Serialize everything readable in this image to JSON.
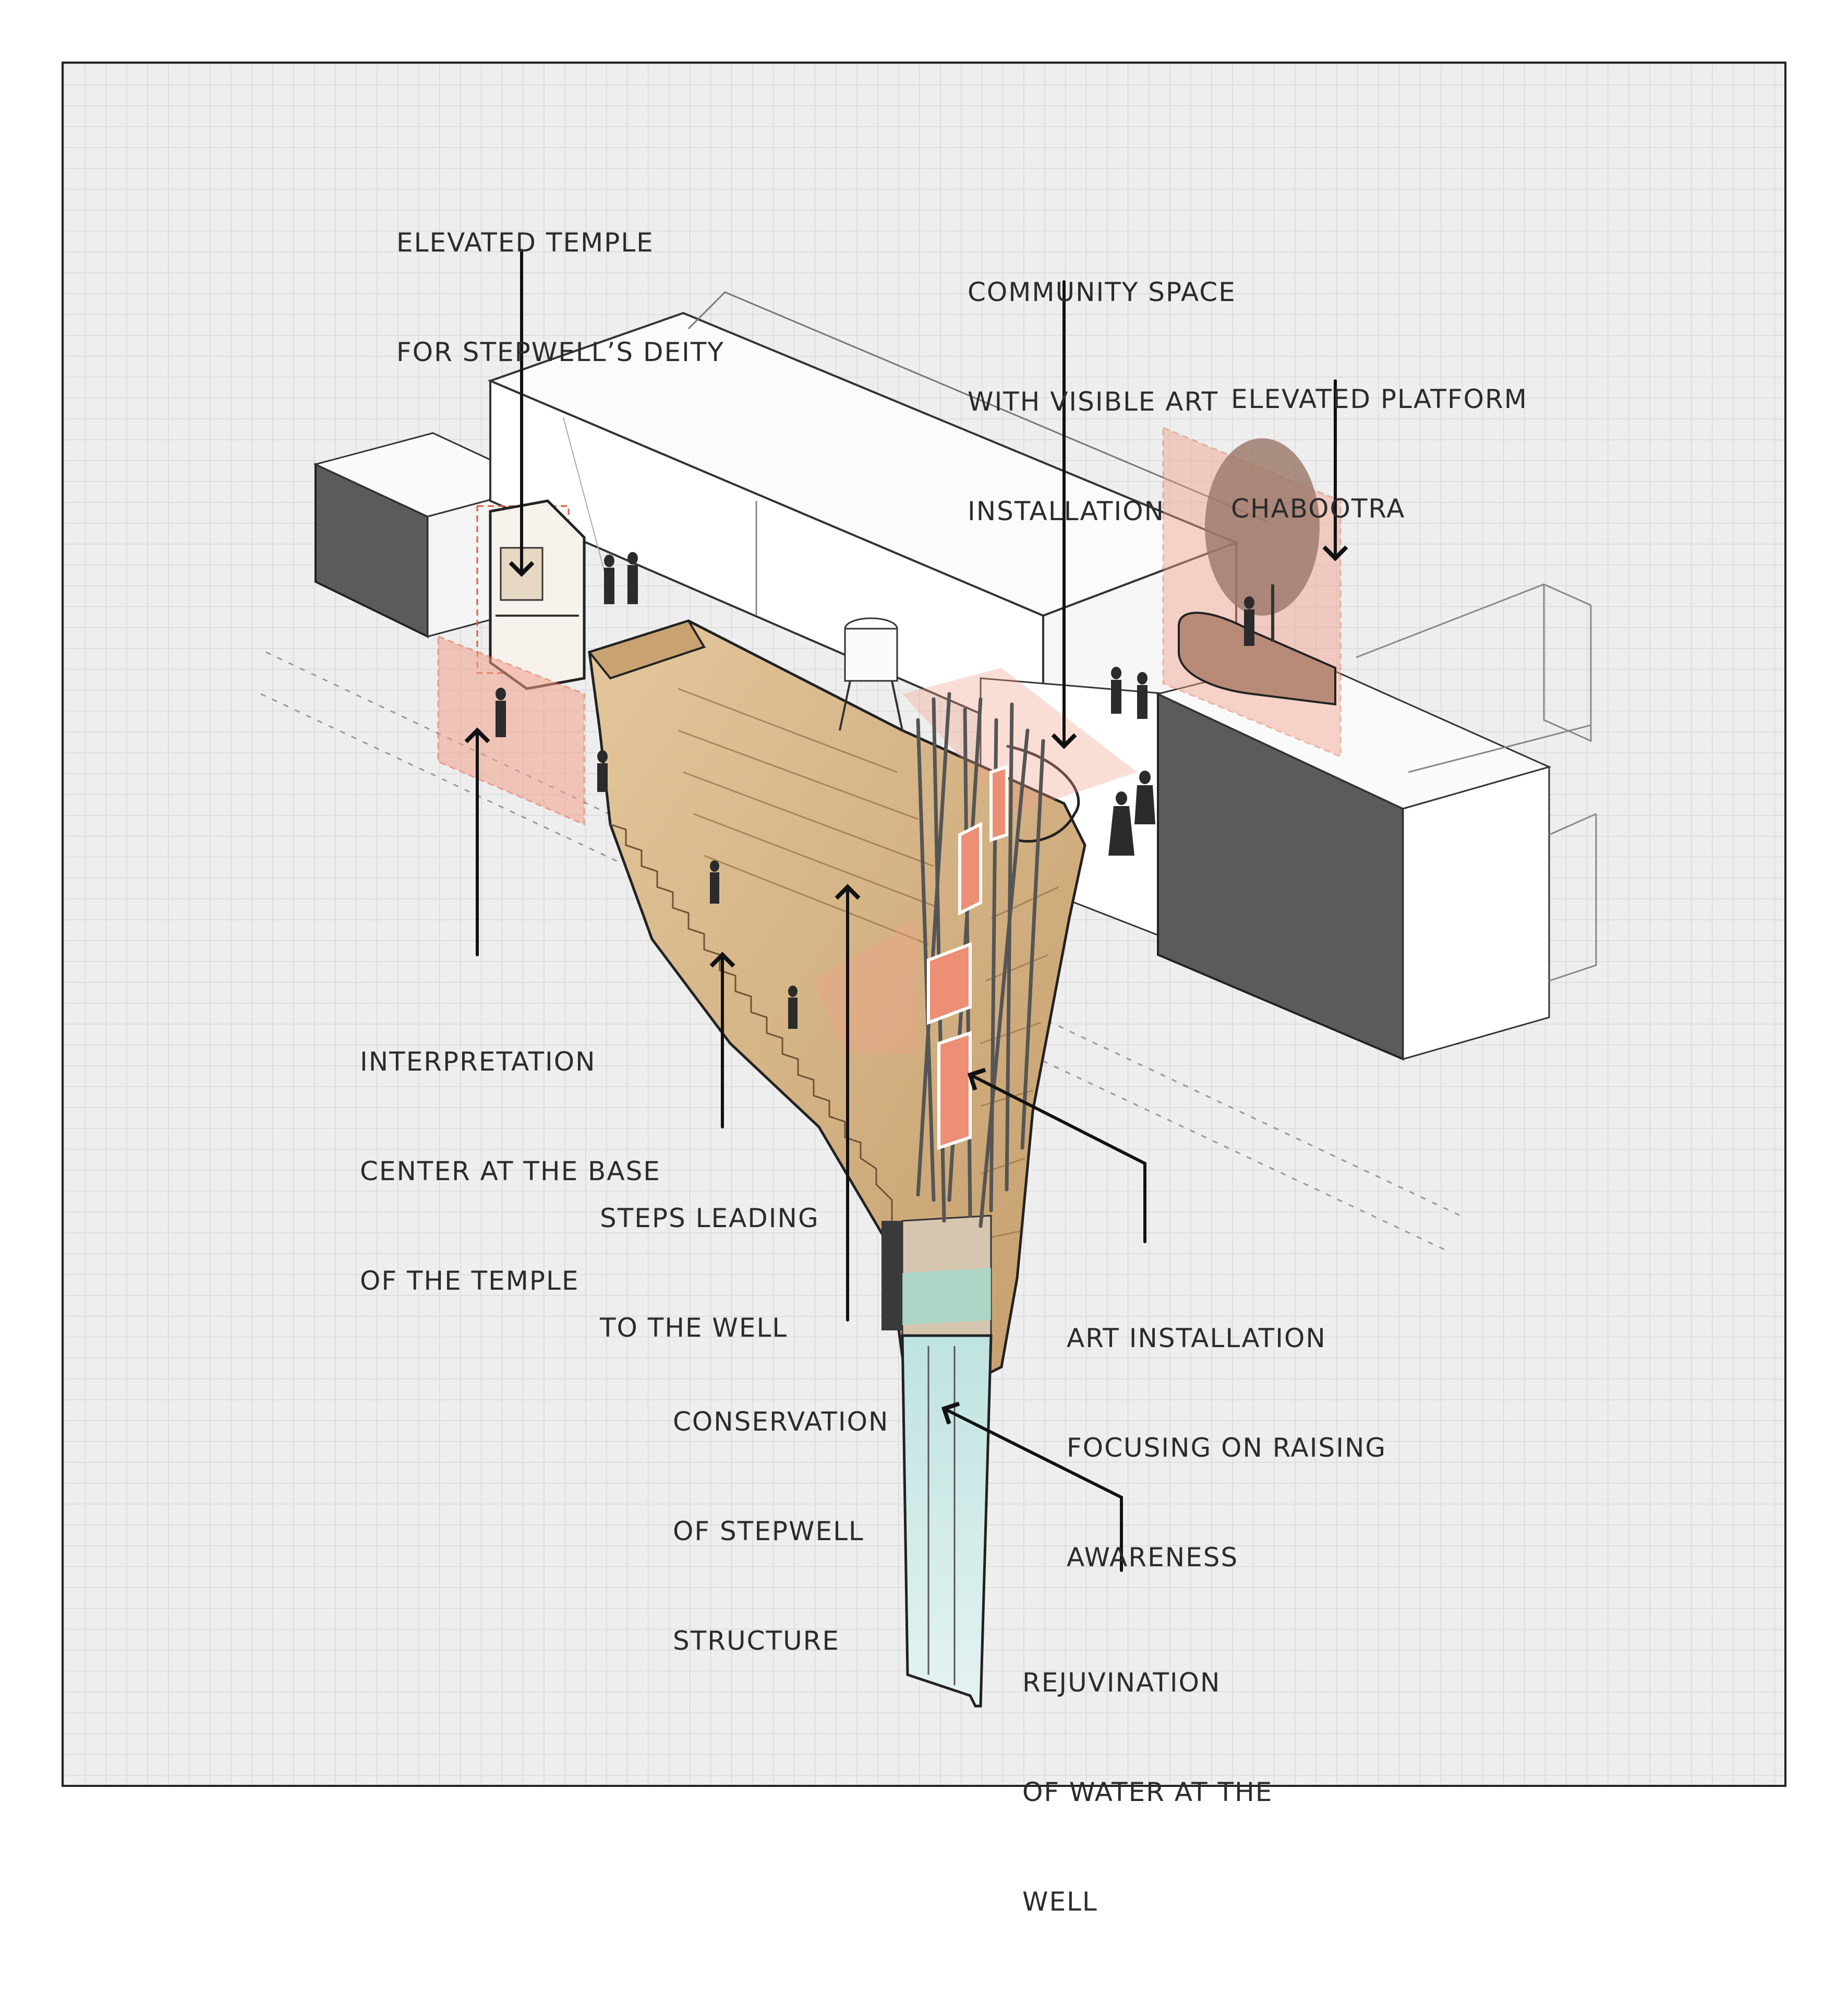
{
  "annotations": {
    "temple": {
      "lines": [
        "ELEVATED TEMPLE",
        "FOR STEPWELL’S DEITY"
      ]
    },
    "community": {
      "lines": [
        "COMMUNITY SPACE",
        "WITH VISIBLE ART",
        "INSTALLATION"
      ]
    },
    "platform": {
      "lines": [
        "ELEVATED PLATFORM",
        "CHABOOTRA"
      ]
    },
    "interpretation": {
      "lines": [
        "INTERPRETATION",
        "CENTER AT THE BASE",
        "OF THE TEMPLE"
      ]
    },
    "steps": {
      "lines": [
        "STEPS LEADING",
        "TO THE WELL"
      ]
    },
    "art": {
      "lines": [
        "ART INSTALLATION",
        "FOCUSING ON RAISING",
        "AWARENESS"
      ]
    },
    "conservation": {
      "lines": [
        "CONSERVATION",
        "OF STEPWELL",
        "STRUCTURE"
      ]
    },
    "rejuvination": {
      "lines": [
        "REJUVINATION",
        "OF WATER AT THE",
        "WELL"
      ]
    }
  },
  "colors": {
    "background": "#eeeeee",
    "grid": "#d9d9d9",
    "ink": "#222222",
    "dark_block": "#5b5b5b",
    "stone": "#d9b98c",
    "stone_dark": "#b48d5e",
    "highlight": "#f0a08a",
    "art_panel": "#ec8f74",
    "water": "#bfe3e0"
  }
}
